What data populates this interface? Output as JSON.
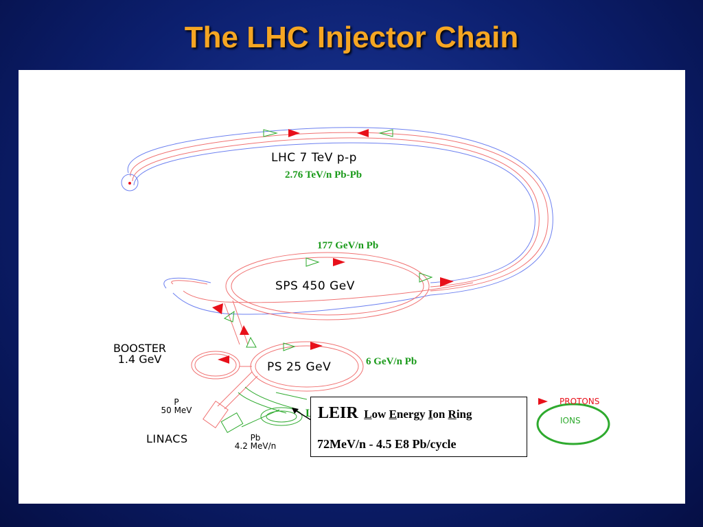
{
  "title": "The LHC Injector Chain",
  "labels": {
    "lhc": "LHC 7 TeV p-p",
    "lhc_ions": "2.76 TeV/n Pb-Pb",
    "sps_ions": "177 GeV/n Pb",
    "sps": "SPS 450 GeV",
    "booster_line1": "BOOSTER",
    "booster_line2": "1.4 GeV",
    "ps": "PS 25 GeV",
    "ps_ions": "6 GeV/n Pb",
    "p_line1": "P",
    "p_line2": "50 MeV",
    "linacs": "LINACS",
    "pb_line1": "Pb",
    "pb_line2": "4.2 MeV/n",
    "leir_fragment": "L"
  },
  "leir": {
    "name": "LEIR",
    "w1_initial": "L",
    "w1_rest": "ow",
    "w2_initial": "E",
    "w2_rest": "nergy",
    "w3_initial": "I",
    "w3_rest": "on",
    "w4_initial": "R",
    "w4_rest": "ing",
    "detail": "72MeV/n  - 4.5 E8  Pb/cycle"
  },
  "legend": {
    "protons": "PROTONS",
    "ions": "IONS"
  },
  "colors": {
    "title": "#f5a623",
    "protons": "#e8101a",
    "ions": "#2eaa2e",
    "proton_ring": "#f07070",
    "outer_ring": "#6b7ff0"
  }
}
